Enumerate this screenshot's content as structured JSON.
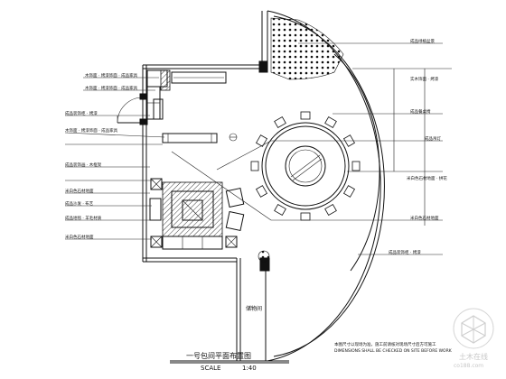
{
  "drawing": {
    "title": "一号包间平面布置图",
    "scale_label": "SCALE",
    "scale_value": "1:40",
    "door_label": "储物间",
    "footnote_line1": "本图尺寸以现场为准，施工前请核对现场尺寸后方可施工",
    "footnote_line2": "DIMENSIONS SHALL BE CHECKED ON SITE BEFORE WORK"
  },
  "labels_left": [
    "木饰面 · 烤漆饰面 · 成品家具",
    "木饰面 · 烤漆饰面 · 成品家具",
    "成品装饰柜 · 烤漆",
    "木饰面 · 烤漆饰面 · 成品家具",
    "成品装饰画 · 木框架",
    "米白色石材地面",
    "成品沙发 · 布艺",
    "成品地毯 · 羊毛材质",
    "米白色石材地面"
  ],
  "labels_right": [
    "成品绿植盆景",
    "实木饰面 · 烤漆",
    "成品餐桌椅",
    "成品吊灯",
    "米白色石材地面 · 拼花",
    "米白色石材地面",
    "成品装饰柜 · 烤漆"
  ],
  "watermark": {
    "site": "土木在线",
    "url": "co188.com"
  }
}
